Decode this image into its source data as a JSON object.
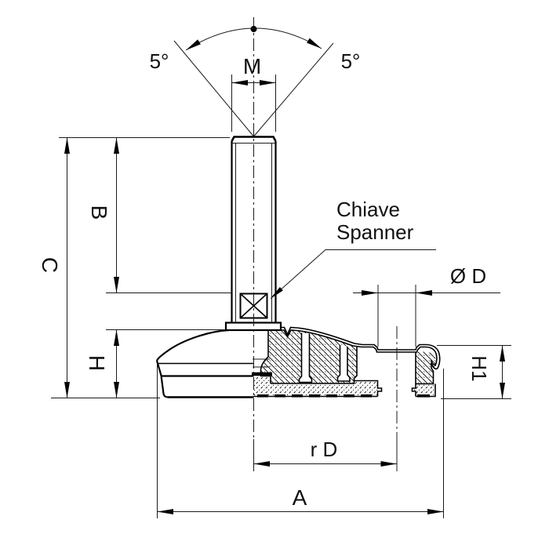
{
  "drawing": {
    "type": "technical-drawing",
    "subject": "adjustable levelling foot, half-section view",
    "labels": {
      "angle_left": "5°",
      "angle_right": "5°",
      "thread": "M",
      "dim_b": "B",
      "dim_c": "C",
      "dim_h": "H",
      "dim_a": "A",
      "dim_rd": "r D",
      "dim_od": "Ø D",
      "dim_h1": "H1",
      "callout_line1": "Chiave",
      "callout_line2": "Spanner"
    },
    "colors": {
      "line": "#000000",
      "background": "#ffffff",
      "hatch_alt_gray": "#999999"
    }
  }
}
